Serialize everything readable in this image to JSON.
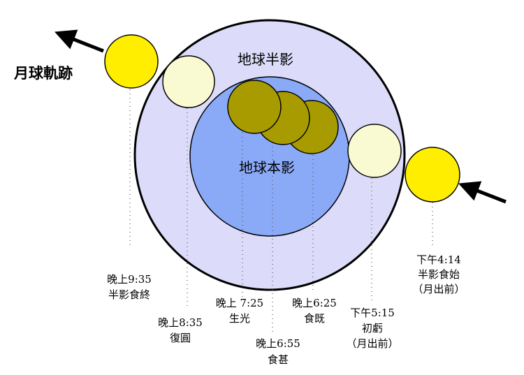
{
  "title": "月球軌跡",
  "penumbra_label": "地球半影",
  "umbra_label": "地球本影",
  "colors": {
    "penumbra": "#dcdcfa",
    "umbra": "#8aaaf8",
    "moon_bright": "#ffee00",
    "moon_pale": "#fafad2",
    "moon_eclipsed": "#a89b00"
  },
  "events": [
    {
      "time": "下午4:14",
      "name": "半影食始",
      "note": "（月出前）"
    },
    {
      "time": "下午5:15",
      "name": "初虧",
      "note": "（月出前）"
    },
    {
      "time": "晚上6:25",
      "name": "食既"
    },
    {
      "time": "晚上6:55",
      "name": "食甚"
    },
    {
      "time": "晚上 7:25",
      "name": "生光"
    },
    {
      "time": "晚上8:35",
      "name": "復圓"
    },
    {
      "time": "晚上9:35",
      "name": "半影食終"
    }
  ]
}
